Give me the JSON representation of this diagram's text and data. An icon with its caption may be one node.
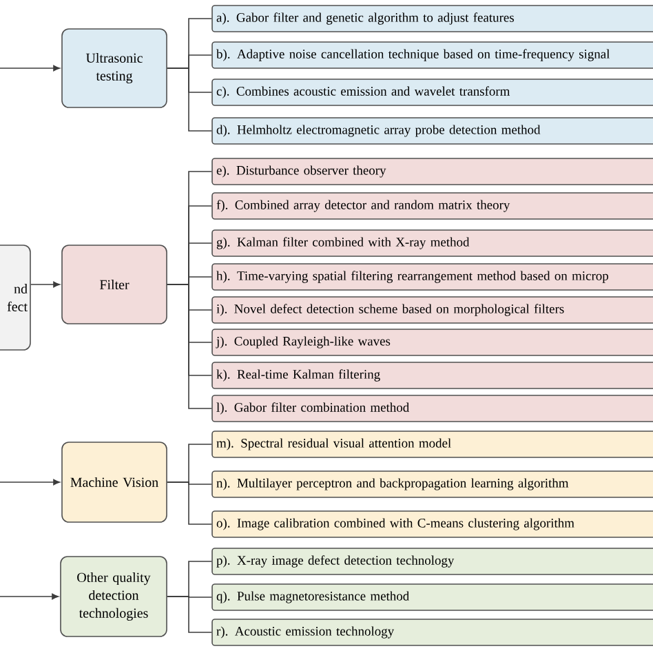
{
  "diagram": {
    "nodes": [
      {
        "text": [
          "nd fect"
        ]
      },
      {
        "text": [
          "Ultrasonic testing"
        ]
      },
      {
        "text": [
          "a). Gabor filter and genetic algorithm to adjust features"
        ]
      },
      {
        "text": [
          "b). Adaptive noise cancellation technique based on time-frequency signal"
        ]
      },
      {
        "text": [
          "c). Combines acoustic emission and wavelet transform"
        ]
      },
      {
        "text": [
          "d). Helmholtz electromagnetic array probe detection method"
        ]
      },
      {
        "text": [
          "Filter"
        ]
      },
      {
        "text": [
          "e). Disturbance observer theory"
        ]
      },
      {
        "text": [
          "f). Combined array detector and random matrix theory"
        ]
      },
      {
        "text": [
          "g). Kalman filter combined with X-ray method"
        ]
      },
      {
        "text": [
          "h). Time-varying spatial filtering rearrangement method based on microp"
        ]
      },
      {
        "text": [
          "i). Novel defect detection scheme based on morphological filters"
        ]
      },
      {
        "text": [
          "j). Coupled Rayleigh-like waves"
        ]
      },
      {
        "text": [
          "k). Real-time Kalman filtering"
        ]
      },
      {
        "text": [
          "l). Gabor filter combination method"
        ]
      },
      {
        "text": [
          "Machine Vision"
        ]
      },
      {
        "text": [
          "m). Spectral residual visual attention model"
        ]
      },
      {
        "text": [
          "n). Multilayer perceptron and backpropagation learning algorithm"
        ]
      },
      {
        "text": [
          "o). Image calibration combined with C-means clustering algorithm"
        ]
      },
      {
        "text": [
          "Other quality detection technologies"
        ]
      },
      {
        "text": [
          "p). X-ray image defect detection technology"
        ]
      },
      {
        "text": [
          "q). Pulse magnetoresistance method"
        ]
      },
      {
        "text": [
          "r). Acoustic emission technology"
        ]
      }
    ],
    "edges": [
      {
        "from": null,
        "to": 1,
        "arrow": "to"
      },
      {
        "from": 0,
        "to": 6,
        "arrow": "to"
      },
      {
        "from": null,
        "to": 15,
        "arrow": "to"
      },
      {
        "from": null,
        "to": 19,
        "arrow": "to"
      },
      {
        "from": 1,
        "to": 2,
        "arrow": "none"
      },
      {
        "from": 1,
        "to": 3,
        "arrow": "none"
      },
      {
        "from": 1,
        "to": 4,
        "arrow": "none"
      },
      {
        "from": 1,
        "to": 5,
        "arrow": "none"
      },
      {
        "from": 6,
        "to": 7,
        "arrow": "none"
      },
      {
        "from": 6,
        "to": 8,
        "arrow": "none"
      },
      {
        "from": 6,
        "to": 9,
        "arrow": "none"
      },
      {
        "from": 6,
        "to": 10,
        "arrow": "none"
      },
      {
        "from": 6,
        "to": 11,
        "arrow": "none"
      },
      {
        "from": 6,
        "to": 12,
        "arrow": "none"
      },
      {
        "from": 6,
        "to": 13,
        "arrow": "none"
      },
      {
        "from": 6,
        "to": 14,
        "arrow": "none"
      },
      {
        "from": 15,
        "to": 16,
        "arrow": "none"
      },
      {
        "from": 15,
        "to": 17,
        "arrow": "none"
      },
      {
        "from": 15,
        "to": 18,
        "arrow": "none"
      },
      {
        "from": 19,
        "to": 20,
        "arrow": "none"
      },
      {
        "from": 19,
        "to": 21,
        "arrow": "none"
      },
      {
        "from": 19,
        "to": 22,
        "arrow": "none"
      }
    ]
  }
}
